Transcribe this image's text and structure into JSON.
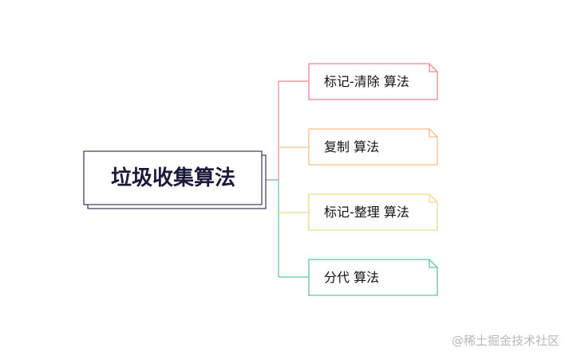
{
  "root": {
    "label": "垃圾收集算法"
  },
  "branches": [
    {
      "label": "标记-清除 算法",
      "color": "#e88a8a"
    },
    {
      "label": "复制 算法",
      "color": "#f0c189"
    },
    {
      "label": "标记-整理 算法",
      "color": "#ecd98a"
    },
    {
      "label": "分代 算法",
      "color": "#62c4a0"
    }
  ],
  "colors": {
    "root_border": "#3a3a5a",
    "root_text": "#1a1a3a"
  },
  "watermark": "@稀土掘金技术社区"
}
